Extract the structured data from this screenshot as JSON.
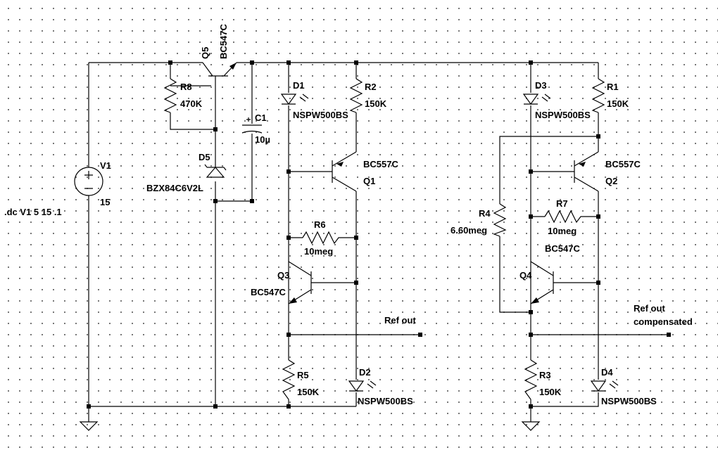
{
  "components": {
    "V1": {
      "ref": "V1",
      "value": "15"
    },
    "Q5": {
      "ref": "Q5",
      "model": "BC547C"
    },
    "R8": {
      "ref": "R8",
      "value": "470K"
    },
    "C1": {
      "ref": "C1",
      "value": "10µ"
    },
    "D5": {
      "ref": "D5",
      "model": "BZX84C6V2L"
    },
    "D1": {
      "ref": "D1",
      "model": "NSPW500BS"
    },
    "R2": {
      "ref": "R2",
      "value": "150K"
    },
    "Q1": {
      "ref": "Q1",
      "model": "BC557C"
    },
    "R6": {
      "ref": "R6",
      "value": "10meg"
    },
    "Q3": {
      "ref": "Q3",
      "model": "BC547C"
    },
    "R5": {
      "ref": "R5",
      "value": "150K"
    },
    "D2": {
      "ref": "D2",
      "model": "NSPW500BS"
    },
    "D3": {
      "ref": "D3",
      "model": "NSPW500BS"
    },
    "R1": {
      "ref": "R1",
      "value": "150K"
    },
    "Q2": {
      "ref": "Q2",
      "model": "BC557C"
    },
    "R4": {
      "ref": "R4",
      "value": "6.60meg"
    },
    "R7": {
      "ref": "R7",
      "value": "10meg"
    },
    "Q4": {
      "ref": "Q4",
      "model": "BC547C"
    },
    "R3": {
      "ref": "R3",
      "value": "150K"
    },
    "D4": {
      "ref": "D4",
      "model": "NSPW500BS"
    }
  },
  "directive": ".dc V1 5 15 .1",
  "net_labels": {
    "ref_out": "Ref out",
    "ref_out_comp_1": "Ref out",
    "ref_out_comp_2": "compensated"
  }
}
